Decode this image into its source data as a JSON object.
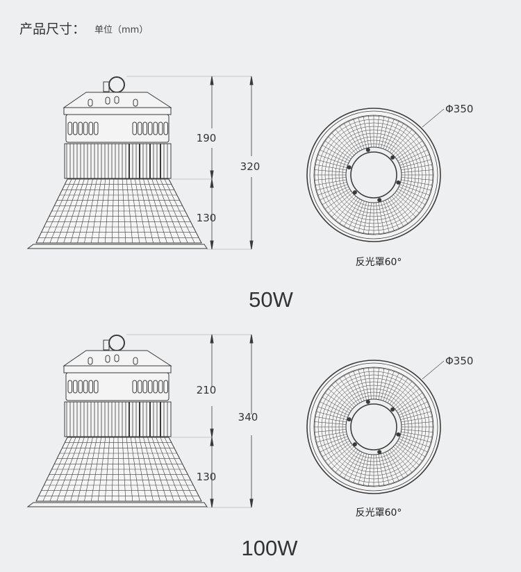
{
  "header": {
    "title": "产品尺寸：",
    "unit": "单位（mm）"
  },
  "products": [
    {
      "model": "50W",
      "upper_height": "190",
      "total_height": "320",
      "shade_height": "130",
      "diameter": "Φ350",
      "reflector": "反光罩60°"
    },
    {
      "model": "100W",
      "upper_height": "210",
      "total_height": "340",
      "shade_height": "130",
      "diameter": "Φ350",
      "reflector": "反光罩60°"
    }
  ],
  "colors": {
    "line": "#3a3a3a",
    "background": "#eeeff1"
  }
}
